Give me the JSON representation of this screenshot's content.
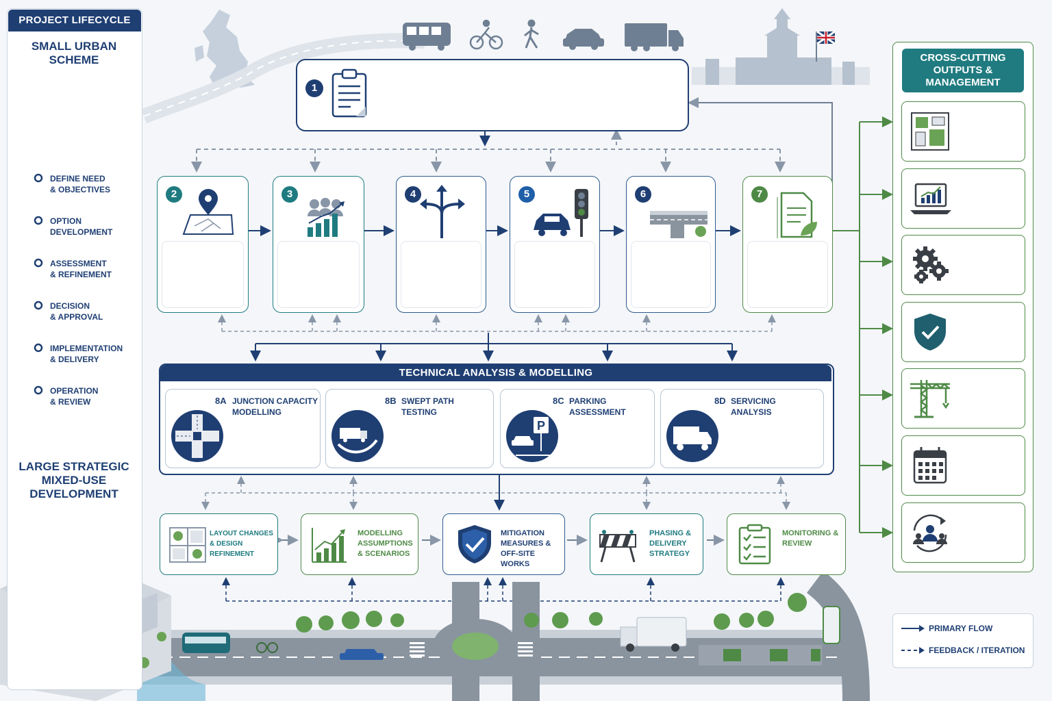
{
  "left_panel": {
    "header": "PROJECT LIFECYCLE",
    "small_title": "SMALL URBAN\nSCHEME",
    "large_title": "LARGE STRATEGIC\nMIXED-USE\nDEVELOPMENT",
    "lifecycle": [
      {
        "label": "DEFINE NEED\n& OBJECTIVES"
      },
      {
        "label": "OPTION\nDEVELOPMENT"
      },
      {
        "label": "ASSESSMENT\n& REFINEMENT"
      },
      {
        "label": "DECISION\n& APPROVAL"
      },
      {
        "label": "IMPLEMENTATION\n& DELIVERY"
      },
      {
        "label": "OPERATION\n& REVIEW"
      }
    ]
  },
  "top_box": {
    "number": "1",
    "icon": "clipboard-icon"
  },
  "stages": [
    {
      "number": "2",
      "icon": "map-pin-icon",
      "color": "#1f7b80"
    },
    {
      "number": "3",
      "icon": "people-growth-icon",
      "color": "#1f7b80"
    },
    {
      "number": "4",
      "icon": "route-options-icon",
      "color": "#1f3f73"
    },
    {
      "number": "5",
      "icon": "car-traffic-light-icon",
      "color": "#1f5fa8"
    },
    {
      "number": "6",
      "icon": "junction-icon",
      "color": "#1f3f73"
    },
    {
      "number": "7",
      "icon": "document-leaf-icon",
      "color": "#4e8a46"
    }
  ],
  "technical": {
    "title": "TECHNICAL ANALYSIS & MODELLING",
    "items": [
      {
        "code": "8A",
        "label": "JUNCTION CAPACITY\nMODELLING",
        "icon": "junction-icon"
      },
      {
        "code": "8B",
        "label": "SWEPT PATH\nTESTING",
        "icon": "truck-path-icon"
      },
      {
        "code": "8C",
        "label": "PARKING\nASSESSMENT",
        "icon": "parking-icon"
      },
      {
        "code": "8D",
        "label": "SERVICING\nANALYSIS",
        "icon": "truck-icon"
      }
    ]
  },
  "bottom": [
    {
      "label": "LAYOUT CHANGES\n& DESIGN REFINEMENT",
      "icon": "layout-plan-icon",
      "color": "#1f7b80"
    },
    {
      "label": "MODELLING\nASSUMPTIONS\n& SCENARIOS",
      "icon": "growth-chart-icon",
      "color": "#4e8a46"
    },
    {
      "label": "MITIGATION\nMEASURES &\nOFF-SITE WORKS",
      "icon": "shield-check-icon",
      "color": "#1f3f73"
    },
    {
      "label": "PHASING &\nDELIVERY\nSTRATEGY",
      "icon": "barrier-icon",
      "color": "#1f7b80"
    },
    {
      "label": "MONITORING &\nREVIEW",
      "icon": "checklist-icon",
      "color": "#4e8a46"
    }
  ],
  "right_panel": {
    "header": "CROSS-CUTTING\nOUTPUTS &\nMANAGEMENT",
    "items": [
      {
        "icon": "site-plan-icon"
      },
      {
        "icon": "laptop-chart-icon"
      },
      {
        "icon": "gears-icon"
      },
      {
        "icon": "shield-check-icon"
      },
      {
        "icon": "crane-icon"
      },
      {
        "icon": "calendar-icon"
      },
      {
        "icon": "people-cycle-icon"
      }
    ]
  },
  "legend": {
    "primary": "PRIMARY FLOW",
    "feedback": "FEEDBACK / ITERATION"
  },
  "colors": {
    "navy": "#1f3f73",
    "teal": "#1f7b80",
    "green": "#4e8a46",
    "background": "#f4f6f9"
  }
}
